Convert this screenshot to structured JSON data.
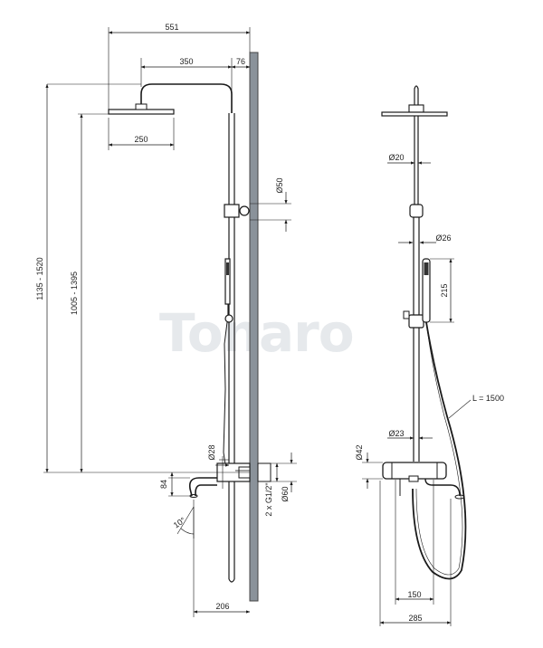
{
  "watermark": {
    "text": "Tonaro"
  },
  "side_view": {
    "total_width": "551",
    "arm_length": "350",
    "wall_offset": "76",
    "head_diameter": "250",
    "height_range_total": "1135 - 1520",
    "height_range_head": "1005 - 1395",
    "holder_diameter": "Ø50",
    "body_diameter": "Ø28",
    "spout_drop": "84",
    "spout_angle": "10°",
    "connection": "2 x G1/2\"",
    "cover_diameter": "Ø60",
    "spout_reach": "206"
  },
  "front_view": {
    "upper_pipe_diameter": "Ø20",
    "slider_diameter": "Ø26",
    "handshower_length": "215",
    "hose_length": "L = 1500",
    "lower_pipe_diameter": "Ø23",
    "mixer_height": "Ø42",
    "connection_spacing": "150",
    "mixer_width": "285"
  },
  "colors": {
    "line": "#1a1a1a",
    "wall": "#8a929a",
    "watermark": "#e6e9ec"
  }
}
